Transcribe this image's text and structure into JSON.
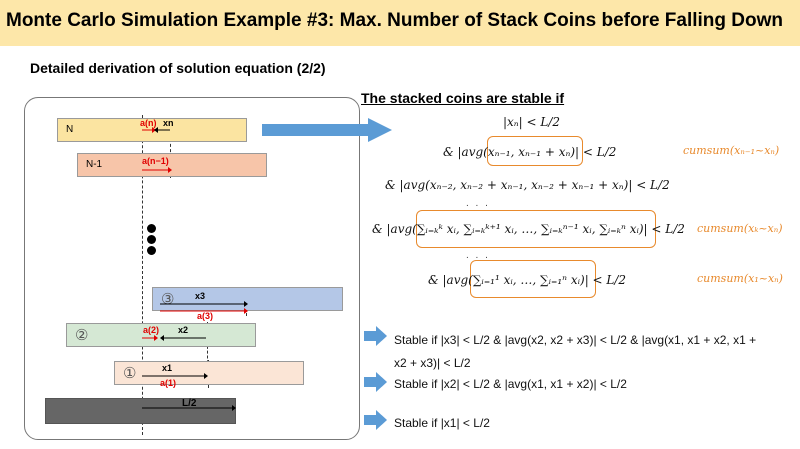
{
  "header": {
    "title": "Monte Carlo Simulation Example #3: Max. Number of Stack Coins before Falling Down",
    "subtitle": "Detailed derivation of solution equation (2/2)"
  },
  "diagram": {
    "coins": {
      "n": "N",
      "n_minus_1": "N-1",
      "c3": "③",
      "c2": "②",
      "c1": "①",
      "base_label": "L/2"
    },
    "marks": {
      "a_n": "a(n)",
      "xn": "xn",
      "a_n1": "a(n−1)",
      "x3": "x3",
      "a3": "a(3)",
      "a2": "a(2)",
      "x2": "x2",
      "x1": "x1",
      "a1": "a(1)"
    },
    "colors": {
      "n": "#fbe4a1",
      "n_minus_1": "#f7c5a9",
      "c3": "#b4c7e7",
      "c2": "#d5e8d4",
      "c1": "#fbe5d6",
      "base": "#666666"
    }
  },
  "conditions": {
    "heading": "The stacked coins are stable if",
    "eq1": "|xₙ| < L/2",
    "eq2": "& |avg(xₙ₋₁, xₙ₋₁ + xₙ)| < L/2",
    "eq2_note": "cumsum(xₙ₋₁~xₙ)",
    "eq3": "& |avg(xₙ₋₂, xₙ₋₂ + xₙ₋₁, xₙ₋₂ + xₙ₋₁ + xₙ)| < L/2",
    "dots": ". . .",
    "eq4": "& |avg(∑ᵢ₌ₖᵏ xᵢ, ∑ᵢ₌ₖᵏ⁺¹ xᵢ, …, ∑ᵢ₌ₖⁿ⁻¹ xᵢ, ∑ᵢ₌ₖⁿ xᵢ)| < L/2",
    "eq4_note": "cumsum(xₖ~xₙ)",
    "eq5": "& |avg(∑ᵢ₌₁¹ xᵢ, …, ∑ᵢ₌₁ⁿ xᵢ)| < L/2",
    "eq5_note": "cumsum(x₁~xₙ)"
  },
  "stable_rules": {
    "rule3_line1": "Stable if |x3| < L/2 & |avg(x2, x2 + x3)| < L/2 & |avg(x1, x1 + x2, x1 +",
    "rule3_line2": "x2 + x3)| < L/2",
    "rule2": "Stable if |x2| < L/2 & |avg(x1, x1 + x2)| < L/2",
    "rule1": "Stable if |x1| < L/2"
  },
  "accent_colors": {
    "title_bg": "#fde7a9",
    "orange": "#e88a2d",
    "blue_arrow": "#5b9bd5",
    "red_mark": "#e00000"
  }
}
